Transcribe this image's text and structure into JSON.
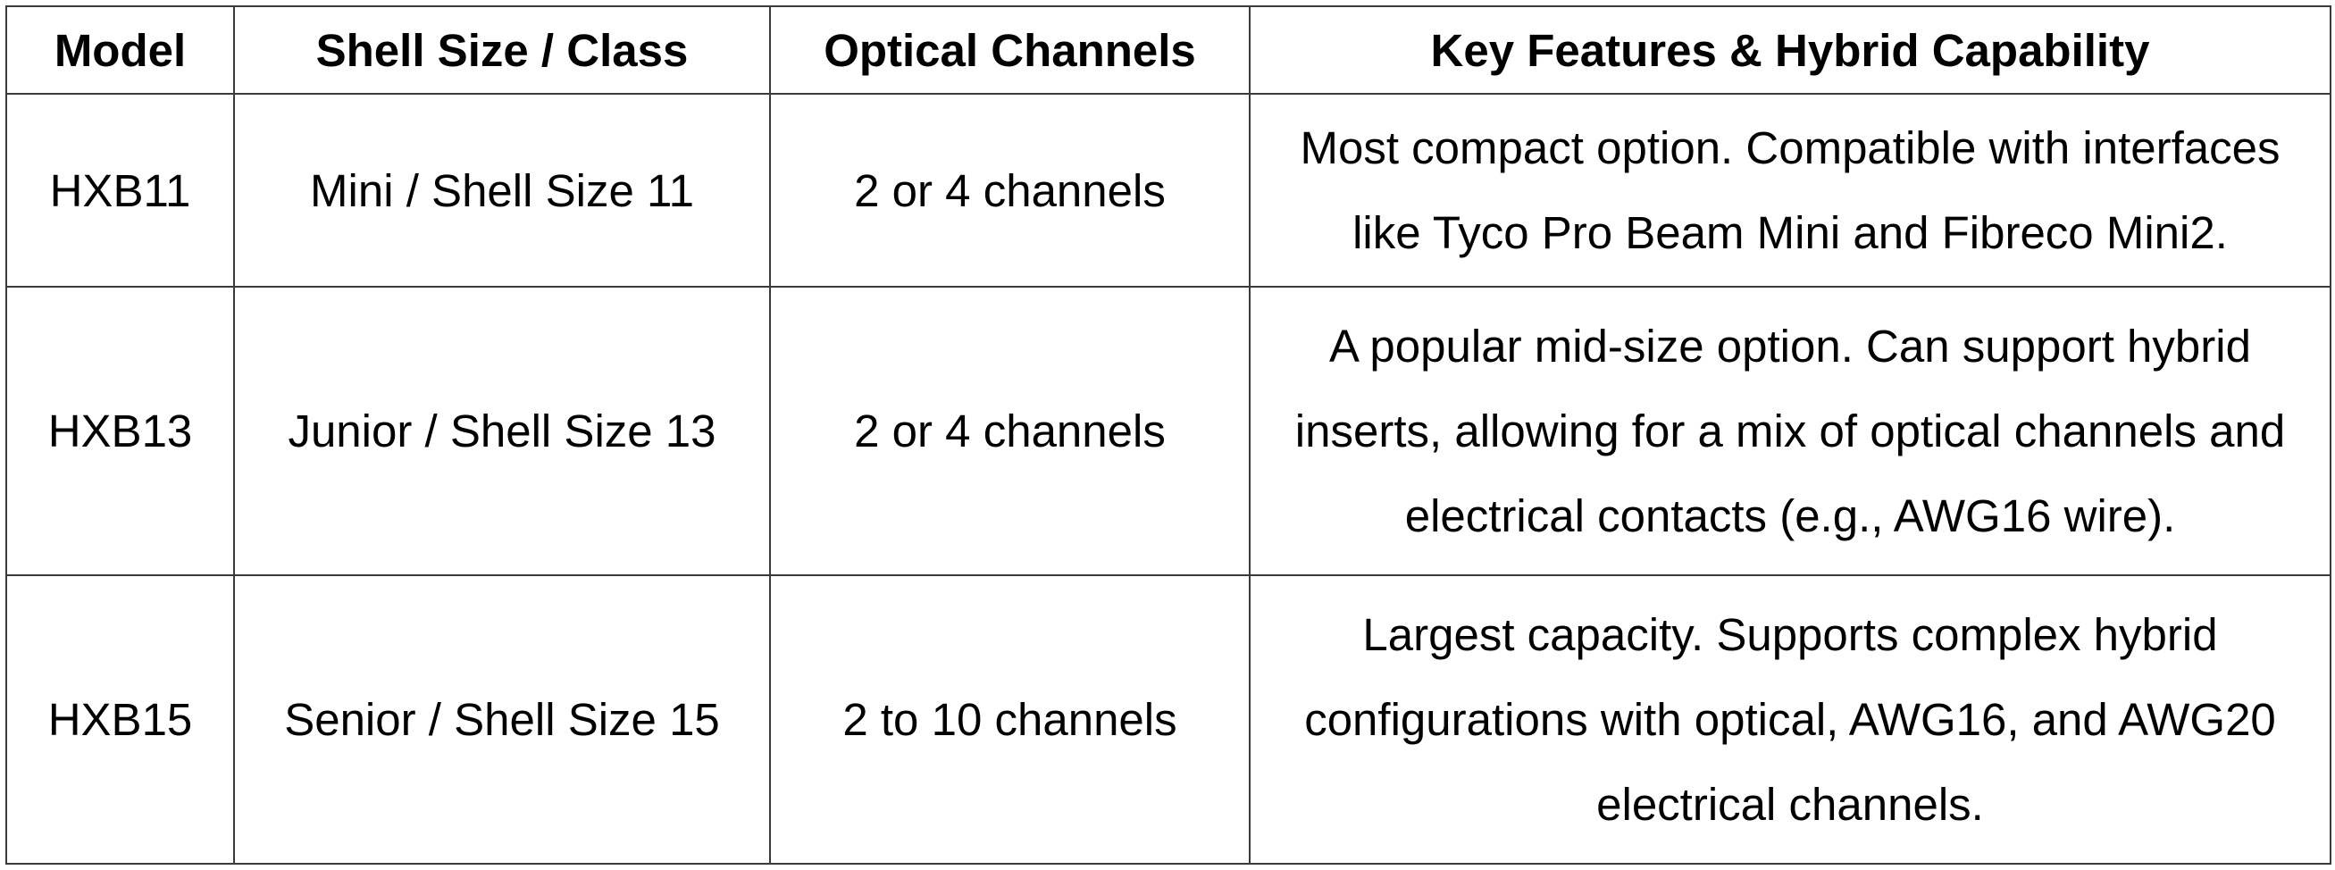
{
  "table": {
    "headers": [
      "Model",
      "Shell Size / Class",
      "Optical Channels",
      "Key Features & Hybrid Capability"
    ],
    "rows": [
      {
        "model": "HXB11",
        "shell": "Mini / Shell Size 11",
        "optical": "2 or 4 channels",
        "features": "Most compact option. Compatible with interfaces like Tyco Pro Beam Mini and Fibreco Mini2."
      },
      {
        "model": "HXB13",
        "shell": "Junior / Shell Size 13",
        "optical": "2 or 4 channels",
        "features": "A popular mid-size option. Can support hybrid inserts, allowing for a mix of optical channels and electrical contacts (e.g., AWG16 wire)."
      },
      {
        "model": "HXB15",
        "shell": "Senior / Shell Size 15",
        "optical": "2 to 10 channels",
        "features": "Largest capacity. Supports complex hybrid configurations with optical, AWG16, and AWG20 electrical channels."
      }
    ]
  }
}
